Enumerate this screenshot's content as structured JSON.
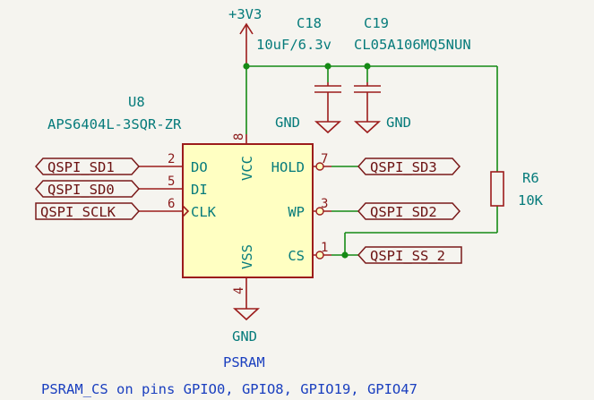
{
  "power": {
    "label": "+3V3"
  },
  "capacitors": [
    {
      "ref": "C18",
      "value": "10uF/6.3v"
    },
    {
      "ref": "C19",
      "value": "CL05A106MQ5NUN"
    }
  ],
  "gnd_label": "GND",
  "resistor": {
    "ref": "R6",
    "value": "10K"
  },
  "ic": {
    "ref": "U8",
    "part": "APS6404L-3SQR-ZR",
    "pins": [
      {
        "num": "2",
        "name": "DO",
        "net": "QSPI_SD1"
      },
      {
        "num": "5",
        "name": "DI",
        "net": "QSPI_SD0"
      },
      {
        "num": "6",
        "name": "CLK",
        "net": "QSPI_SCLK"
      },
      {
        "num": "8",
        "name": "VCC"
      },
      {
        "num": "4",
        "name": "VSS"
      },
      {
        "num": "7",
        "name": "HOLD",
        "net": "QSPI_SD3"
      },
      {
        "num": "3",
        "name": "WP",
        "net": "QSPI_SD2"
      },
      {
        "num": "1",
        "name": "CS",
        "net": "QSPI_SS_2"
      }
    ]
  },
  "block_title": "PSRAM",
  "note": "PSRAM_CS on pins GPIO0, GPIO8, GPIO19, GPIO47",
  "colors": {
    "wire": "#158a15",
    "symbol": "#9c1c1c",
    "body_fill": "#ffffc2",
    "ref_text": "#067b7b",
    "note_text": "#1a3fbf"
  }
}
